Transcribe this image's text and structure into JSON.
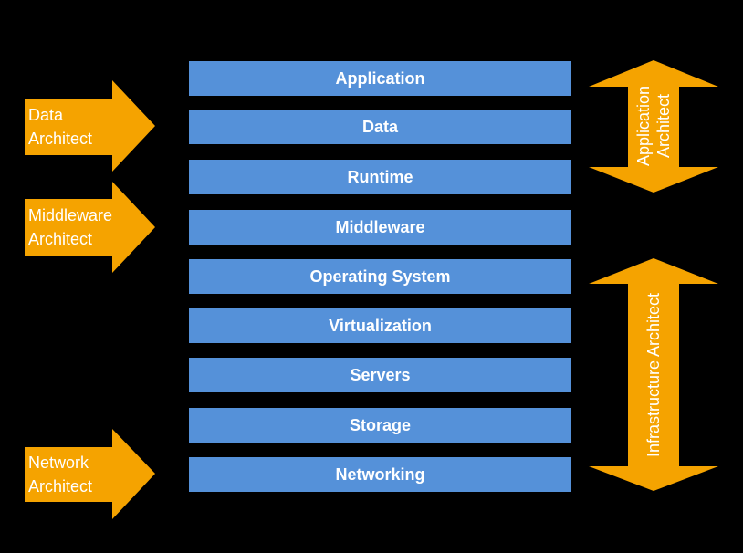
{
  "colors": {
    "background": "#000000",
    "layer": "#5591d9",
    "arrow": "#f5a300",
    "text": "#ffffff"
  },
  "layers": [
    "Application",
    "Data",
    "Runtime",
    "Middleware",
    "Operating System",
    "Virtualization",
    "Servers",
    "Storage",
    "Networking"
  ],
  "left_arrows": {
    "data_architect": "Data\nArchitect",
    "middleware_architect": "Middleware\nArchitect",
    "network_architect": "Network\nArchitect"
  },
  "right_arrows": {
    "application_architect": "Application\nArchitect",
    "infrastructure_architect": "Infrastructure Architect"
  }
}
